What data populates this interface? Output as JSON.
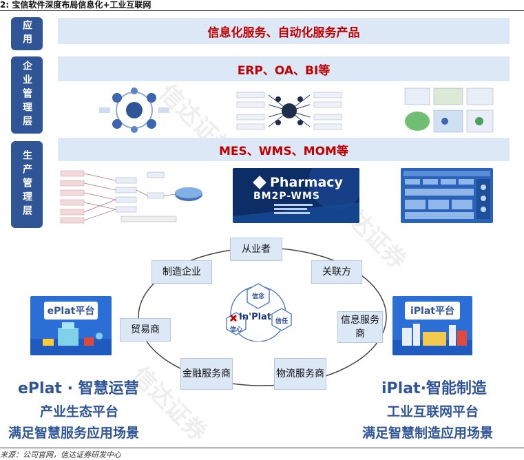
{
  "figure_title": "2:  宝信软件深度布局信息化+工业互联网",
  "source_note": "来源：公司官网，信达证券研发中心",
  "layers": {
    "application": {
      "tab": "应用",
      "band": "信息化服务、自动化服务产品"
    },
    "enterprise": {
      "tab": "企业管理层",
      "band": "ERP、OA、BI等"
    },
    "production": {
      "tab": "生产管理层",
      "band": "MES、WMS、MOM等"
    }
  },
  "thumbnails": {
    "pharmacy_brand": "Pharmacy",
    "pharmacy_product": "BM2P-WMS"
  },
  "ecosystem": {
    "center_logo": "In'Plat",
    "hex_labels": [
      "信念",
      "信心",
      "信任"
    ],
    "nodes": {
      "practitioner": "从业者",
      "manufacturer": "制造企业",
      "related_party": "关联方",
      "trader": "贸易商",
      "info_service": "信息服务商",
      "finance_service": "金融服务商",
      "logistics_service": "物流服务商"
    }
  },
  "eplat": {
    "banner": "ePlat平台",
    "title": "ePlat · 智慧运营",
    "subtitle_1": "产业生态平台",
    "subtitle_2": "满足智慧服务应用场景"
  },
  "iplat": {
    "banner": "iPlat平台",
    "title": "iPlat·智能制造",
    "subtitle_1": "工业互联网平台",
    "subtitle_2": "满足智慧制造应用场景"
  },
  "watermark": "信达证券",
  "colors": {
    "tab_blue": "#2f5597",
    "band_bg": "#dde8f6",
    "band_text": "#c00000",
    "banner_blue": "#2b6fd6"
  }
}
